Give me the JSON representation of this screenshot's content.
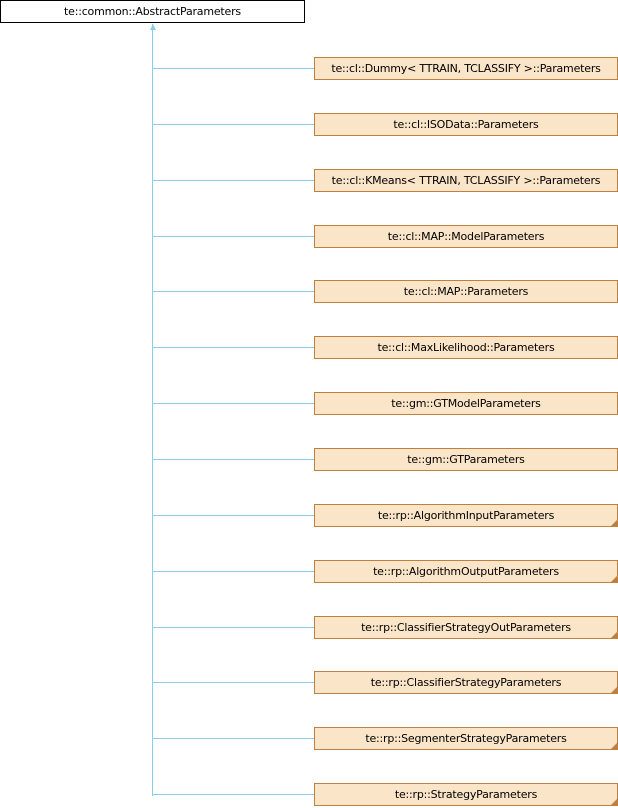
{
  "base": {
    "label": "te::common::AbstractParameters"
  },
  "derived": [
    {
      "label": "te::cl::Dummy< TTRAIN, TCLASSIFY >::Parameters",
      "more": false
    },
    {
      "label": "te::cl::ISOData::Parameters",
      "more": false
    },
    {
      "label": "te::cl::KMeans< TTRAIN, TCLASSIFY >::Parameters",
      "more": false
    },
    {
      "label": "te::cl::MAP::ModelParameters",
      "more": false
    },
    {
      "label": "te::cl::MAP::Parameters",
      "more": false
    },
    {
      "label": "te::cl::MaxLikelihood::Parameters",
      "more": false
    },
    {
      "label": "te::gm::GTModelParameters",
      "more": false
    },
    {
      "label": "te::gm::GTParameters",
      "more": false
    },
    {
      "label": "te::rp::AlgorithmInputParameters",
      "more": true
    },
    {
      "label": "te::rp::AlgorithmOutputParameters",
      "more": true
    },
    {
      "label": "te::rp::ClassifierStrategyOutParameters",
      "more": true
    },
    {
      "label": "te::rp::ClassifierStrategyParameters",
      "more": true
    },
    {
      "label": "te::rp::SegmenterStrategyParameters",
      "more": true
    },
    {
      "label": "te::rp::StrategyParameters",
      "more": true
    }
  ],
  "colors": {
    "edge": "#8ccbea",
    "node_fill": "#fbe5c8",
    "node_border": "#bf7f3f"
  }
}
